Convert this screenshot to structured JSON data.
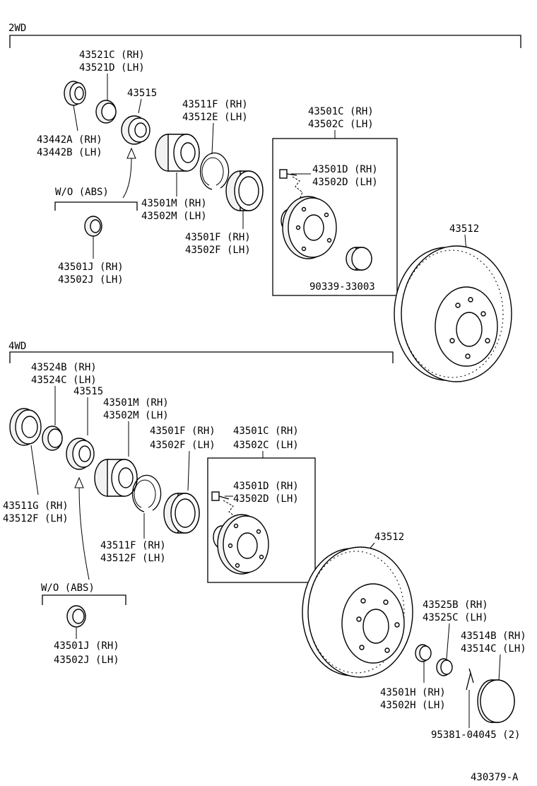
{
  "sections": {
    "two_wd": "2WD",
    "four_wd": "4WD"
  },
  "two_wd": {
    "l_43521": [
      "43521C (RH)",
      "43521D (LH)"
    ],
    "l_43515": "43515",
    "l_43442": [
      "43442A (RH)",
      "43442B (LH)"
    ],
    "l_43511": [
      "43511F (RH)",
      "43512E (LH)"
    ],
    "l_43501c": [
      "43501C (RH)",
      "43502C (LH)"
    ],
    "l_43501d": [
      "43501D (RH)",
      "43502D (LH)"
    ],
    "l_woabs": "W/O (ABS)",
    "l_43501m": [
      "43501M (RH)",
      "43502M (LH)"
    ],
    "l_43501f": [
      "43501F (RH)",
      "43502F (LH)"
    ],
    "l_43501j": [
      "43501J (RH)",
      "43502J (LH)"
    ],
    "l_90339": "90339-33003",
    "l_43512": "43512"
  },
  "four_wd": {
    "l_43524": [
      "43524B (RH)",
      "43524C (LH)"
    ],
    "l_43515": "43515",
    "l_43501m": [
      "43501M (RH)",
      "43502M (LH)"
    ],
    "l_43501f": [
      "43501F (RH)",
      "43502F (LH)"
    ],
    "l_43501c": [
      "43501C (RH)",
      "43502C (LH)"
    ],
    "l_43501d": [
      "43501D (RH)",
      "43502D (LH)"
    ],
    "l_43511g": [
      "43511G (RH)",
      "43512F (LH)"
    ],
    "l_43511f": [
      "43511F (RH)",
      "43512F (LH)"
    ],
    "l_woabs": "W/O (ABS)",
    "l_43501j": [
      "43501J (RH)",
      "43502J (LH)"
    ],
    "l_43512": "43512",
    "l_43525": [
      "43525B (RH)",
      "43525C (LH)"
    ],
    "l_43514": [
      "43514B (RH)",
      "43514C (LH)"
    ],
    "l_43501h": [
      "43501H (RH)",
      "43502H (LH)"
    ],
    "l_95381": "95381-04045 (2)"
  },
  "figure_id": "430379-A"
}
